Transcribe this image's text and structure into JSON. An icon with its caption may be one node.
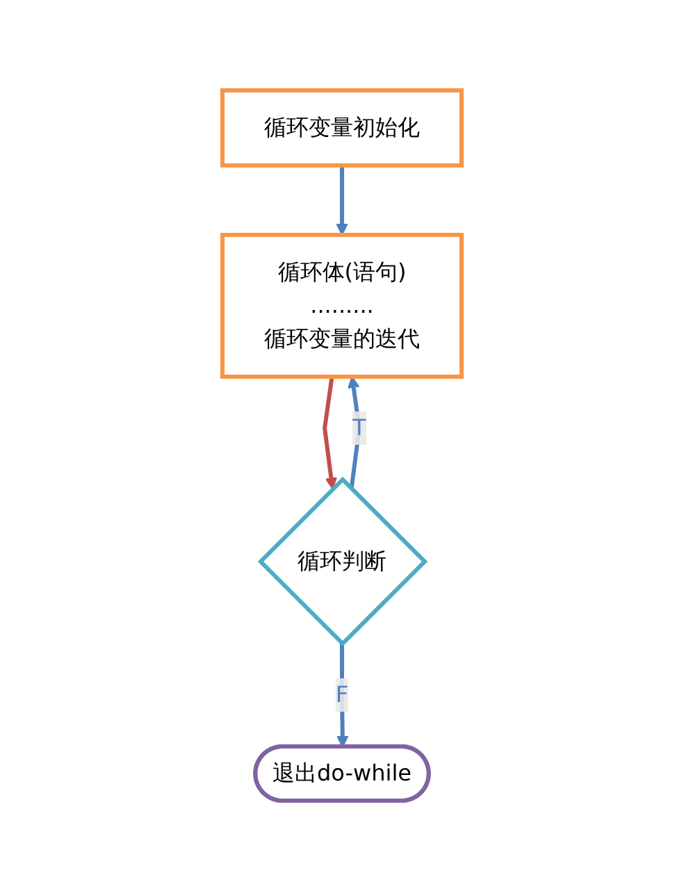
{
  "diagram": {
    "nodes": [
      {
        "text": [
          "循环变量初始化"
        ]
      },
      {
        "text": [
          "循环体(语句)",
          ".........",
          "循环变量的迭代"
        ]
      },
      {
        "text": [
          "循环判断"
        ]
      },
      {
        "text": [
          "退出do-while"
        ]
      }
    ],
    "edges": [
      {
        "from": 0,
        "to": 1,
        "arrow": "to"
      },
      {
        "from": 1,
        "to": 2,
        "arrow": "to",
        "color": "#c0504d"
      },
      {
        "from": 2,
        "to": 1,
        "arrow": "to",
        "label": "T"
      },
      {
        "from": 2,
        "to": 3,
        "arrow": "to",
        "label": "F"
      }
    ]
  }
}
